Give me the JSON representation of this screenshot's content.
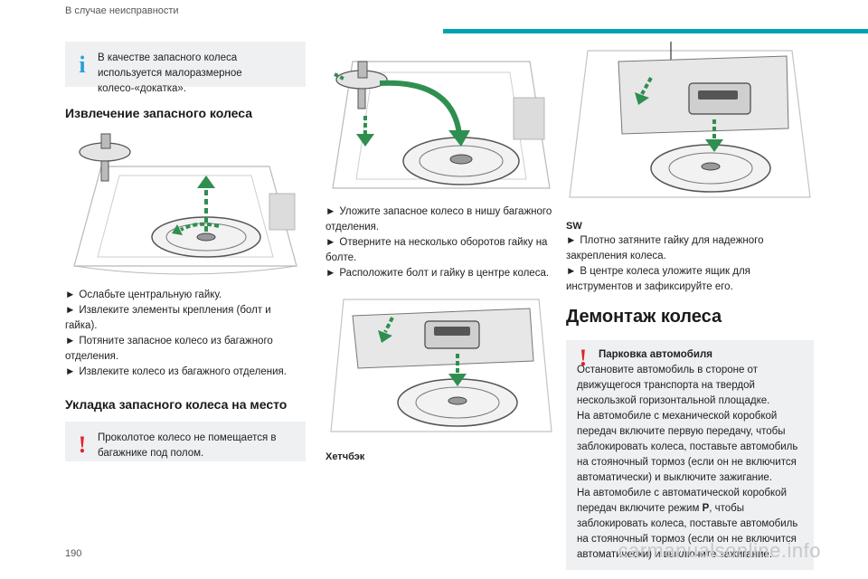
{
  "header": {
    "section_title": "В случае неисправности"
  },
  "col1": {
    "info_note": "В качестве запасного колеса используется малоразмерное колесо-«докатка».",
    "heading_removal": "Извлечение запасного колеса",
    "steps_removal": [
      "Ослабьте центральную гайку.",
      "Извлеките элементы крепления (болт и гайка).",
      "Потяните запасное колесо из багажного отделения.",
      "Извлеките колесо из багажного отделения."
    ],
    "heading_install": "Укладка запасного колеса на место",
    "warning_note": "Проколотое колесо не помещается в багажнике под полом."
  },
  "col2": {
    "steps": [
      "Уложите запасное колесо в нишу багажного отделения.",
      "Отверните на несколько оборотов гайку на болте.",
      "Расположите болт и гайку в центре колеса."
    ],
    "caption_hatchback": "Хетчбэк"
  },
  "col3": {
    "caption_sw": "SW",
    "steps": [
      "Плотно затяните гайку для надежного закрепления колеса.",
      "В центре колеса уложите ящик для инструментов и зафиксируйте его."
    ],
    "heading_dismount": "Демонтаж колеса",
    "warning_title": "Парковка автомобиля",
    "warning_lines": [
      "Остановите автомобиль в стороне от движущегося транспорта на твердой нескользкой горизонтальной площадке.",
      "На автомобиле с механической коробкой передач включите первую передачу, чтобы заблокировать колеса, поставьте автомобиль на стояночный тормоз (если он не включится автоматически) и выключите зажигание."
    ],
    "warning_auto_prefix": "На автомобиле с автоматической коробкой передач включите режим ",
    "warning_auto_mode": "P",
    "warning_auto_suffix": ", чтобы заблокировать колеса, поставьте автомобиль на стояночный тормоз (если он не включится автоматически) и выключите зажигание."
  },
  "footer": {
    "page_number": "190",
    "watermark": "carmanualsonline.info"
  },
  "glyphs": {
    "step_arrow": "►",
    "info_mark": "i",
    "warn_mark": "!"
  },
  "colors": {
    "accent_teal": "#00a3b4",
    "arrow_green": "#2f8f4f",
    "warn_red": "#e3202a",
    "info_blue": "#2b9fd9"
  }
}
